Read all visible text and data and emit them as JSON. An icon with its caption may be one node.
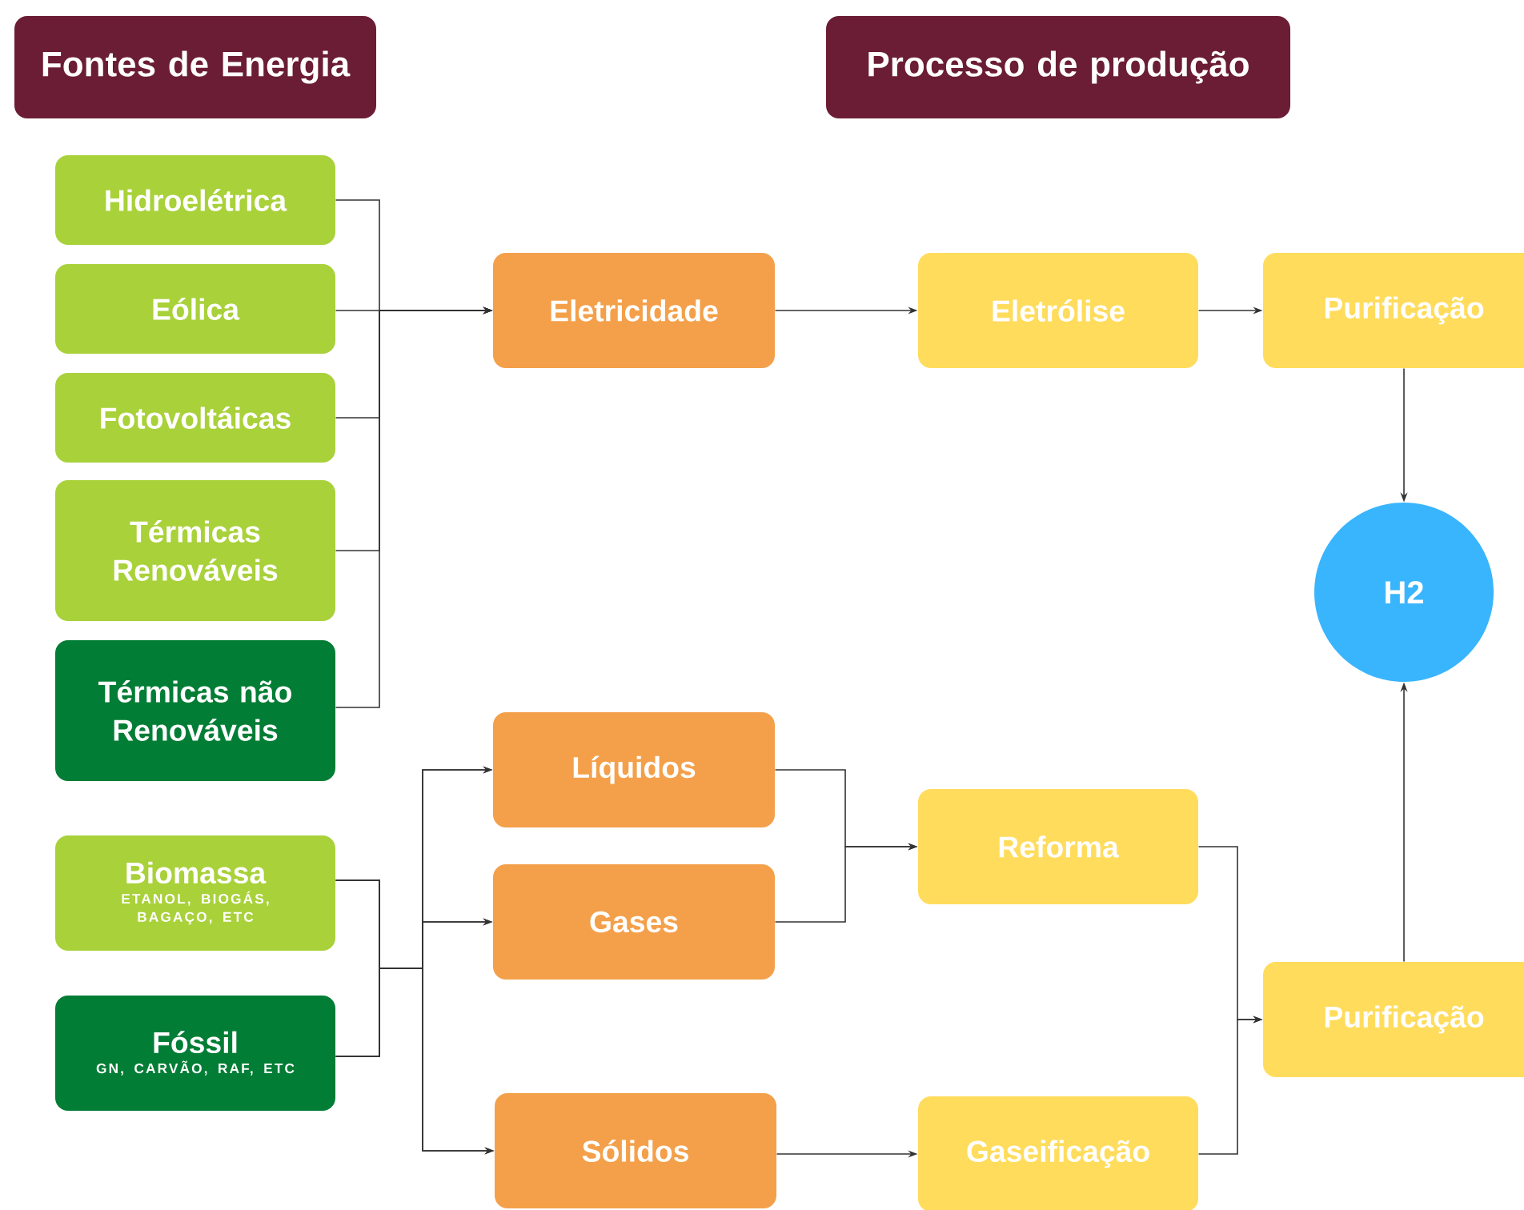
{
  "diagram": {
    "nodes": [
      {
        "text": [
          "Fontes de Energia"
        ]
      },
      {
        "text": [
          "Processo de produção"
        ]
      },
      {
        "text": [
          "Hidroelétrica"
        ]
      },
      {
        "text": [
          "Eólica"
        ]
      },
      {
        "text": [
          "Fotovoltáicas"
        ]
      },
      {
        "text": [
          "Térmicas Renováveis"
        ]
      },
      {
        "text": [
          "Térmicas não Renováveis"
        ]
      },
      {
        "text": [
          "Biomassa",
          "ETANOL, BIOGÁS, BAGAÇO, ETC"
        ]
      },
      {
        "text": [
          "Fóssil",
          "GN, CARVÃO, RAF, ETC"
        ]
      },
      {
        "text": [
          "Eletricidade"
        ]
      },
      {
        "text": [
          "Líquidos"
        ]
      },
      {
        "text": [
          "Gases"
        ]
      },
      {
        "text": [
          "Sólidos"
        ]
      },
      {
        "text": [
          "Eletrólise"
        ]
      },
      {
        "text": [
          "Reforma"
        ]
      },
      {
        "text": [
          "Gaseificação"
        ]
      },
      {
        "text": [
          "Purificação"
        ]
      },
      {
        "text": [
          "H2"
        ]
      },
      {
        "text": [
          "Purificação"
        ]
      }
    ],
    "edges": [
      {
        "from": 2,
        "to": 9,
        "arrow": "to"
      },
      {
        "from": 3,
        "to": 9,
        "arrow": "to"
      },
      {
        "from": 4,
        "to": 9,
        "arrow": "to"
      },
      {
        "from": 5,
        "to": 9,
        "arrow": "to"
      },
      {
        "from": 6,
        "to": 9,
        "arrow": "to"
      },
      {
        "from": 7,
        "to": 10,
        "arrow": "to"
      },
      {
        "from": 7,
        "to": 11,
        "arrow": "to"
      },
      {
        "from": 7,
        "to": 12,
        "arrow": "to"
      },
      {
        "from": 8,
        "to": 10,
        "arrow": "to"
      },
      {
        "from": 8,
        "to": 11,
        "arrow": "to"
      },
      {
        "from": 8,
        "to": 12,
        "arrow": "to"
      },
      {
        "from": 9,
        "to": 13,
        "arrow": "to"
      },
      {
        "from": 13,
        "to": 16,
        "arrow": "to"
      },
      {
        "from": 10,
        "to": 14,
        "arrow": "to"
      },
      {
        "from": 11,
        "to": 14,
        "arrow": "to"
      },
      {
        "from": 12,
        "to": 15,
        "arrow": "to"
      },
      {
        "from": 14,
        "to": 18,
        "arrow": "to"
      },
      {
        "from": 15,
        "to": 18,
        "arrow": "to"
      },
      {
        "from": 16,
        "to": 17,
        "arrow": "to"
      },
      {
        "from": 18,
        "to": 17,
        "arrow": "to"
      }
    ]
  }
}
